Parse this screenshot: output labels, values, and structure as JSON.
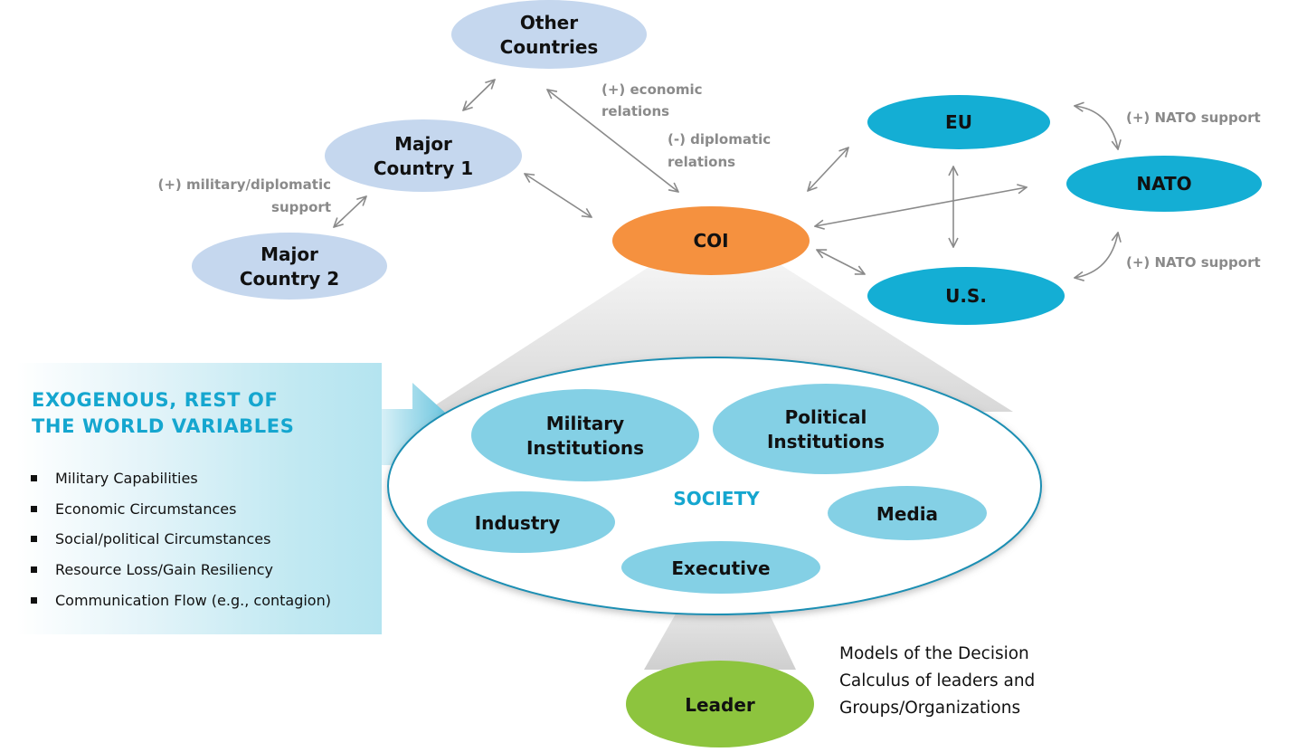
{
  "colors": {
    "country_fill": "#c5d7ee",
    "coi_fill": "#f5913f",
    "ally_fill": "#14aed4",
    "society_item_fill": "#84d0e5",
    "leader_fill": "#8dc43e",
    "accent_text": "#15a6cf",
    "edge_color": "#8a8a8a",
    "edge_label_color": "#8a8a8a"
  },
  "nodes": {
    "other_countries": [
      "Other",
      "Countries"
    ],
    "major_country_1": [
      "Major",
      "Country 1"
    ],
    "major_country_2": [
      "Major",
      "Country 2"
    ],
    "coi": "COI",
    "eu": "EU",
    "nato": "NATO",
    "us": "U.S."
  },
  "edge_labels": {
    "economic": [
      "(+) economic",
      "relations"
    ],
    "diplomatic": [
      "(-) diplomatic",
      "relations"
    ],
    "military_support": [
      "(+) military/diplomatic",
      "support"
    ],
    "nato_support_eu": "(+) NATO support",
    "nato_support_us": "(+) NATO support"
  },
  "society": {
    "title": "SOCIETY",
    "items": {
      "military": [
        "Military",
        "Institutions"
      ],
      "political": [
        "Political",
        "Institutions"
      ],
      "industry": "Industry",
      "media": "Media",
      "executive": "Executive"
    }
  },
  "leader": "Leader",
  "exogenous": {
    "title_line1": "EXOGENOUS, REST OF",
    "title_line2": "THE WORLD VARIABLES",
    "items": [
      "Military Capabilities",
      "Economic Circumstances",
      "Social/political Circumstances",
      "Resource Loss/Gain Resiliency",
      "Communication Flow (e.g., contagion)"
    ]
  },
  "models_caption": [
    "Models of the Decision",
    "Calculus of leaders and",
    "Groups/Organizations"
  ]
}
